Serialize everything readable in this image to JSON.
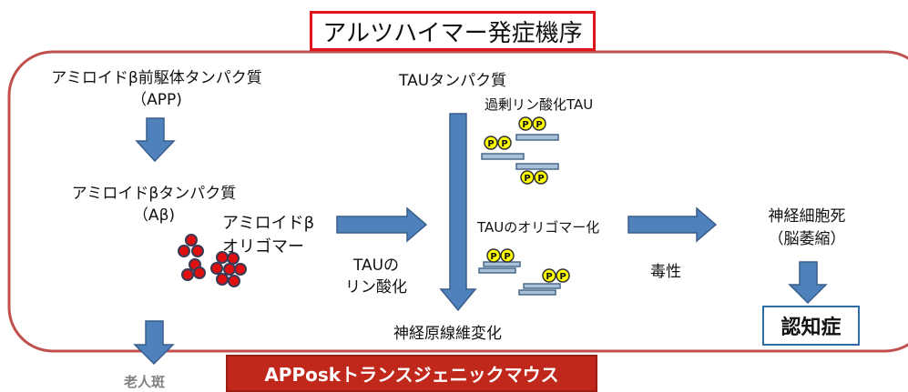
{
  "title": "アルツハイマー発症機序",
  "labels": {
    "app_line1": "アミロイドβ前駆体タンパク質",
    "app_line2": "（APP)",
    "abeta_line1": "アミロイドβタンパク質",
    "abeta_line2": "（Aβ)",
    "oligomer_line1": "アミロイドβ",
    "oligomer_line2": "オリゴマー",
    "tau_protein": "TAUタンパク質",
    "hyper_tau": "過剰リン酸化TAU",
    "tau_oligomer": "TAUのオリゴマー化",
    "tau_phos_line1": "TAUの",
    "tau_phos_line2": "リン酸化",
    "nft": "神経原線維変化",
    "toxicity": "毒性",
    "neuron_death_line1": "神経細胞死",
    "neuron_death_line2": "（脳萎縮）",
    "dementia": "認知症",
    "senile_plaque": "老人斑",
    "mouse_model": "APPoskトランスジェニックマウス"
  },
  "phospho_label": "P",
  "colors": {
    "frame": "#c0504d",
    "arrow": "#4f81bd",
    "title_border": "#e0141b",
    "mouse_box": "#c0281c",
    "bead": "#e01010",
    "phospho": "#ffff00",
    "strand": "#6f8fb0"
  }
}
